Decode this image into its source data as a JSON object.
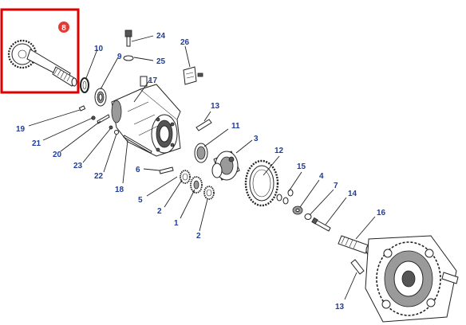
{
  "highlight": {
    "number": "8",
    "badge_color": "#e53935",
    "frame_color": "#e00000"
  },
  "callouts": {
    "n1": "1",
    "n2a": "2",
    "n2b": "2",
    "n3": "3",
    "n4": "4",
    "n5": "5",
    "n6": "6",
    "n7": "7",
    "n9": "9",
    "n10": "10",
    "n11": "11",
    "n12": "12",
    "n13a": "13",
    "n13b": "13",
    "n14": "14",
    "n15": "15",
    "n16": "16",
    "n17": "17",
    "n18": "18",
    "n19": "19",
    "n20": "20",
    "n21": "21",
    "n22": "22",
    "n23": "23",
    "n24": "24",
    "n25": "25",
    "n26": "26"
  },
  "colors": {
    "label": "#1f3d99",
    "line": "#222222"
  }
}
